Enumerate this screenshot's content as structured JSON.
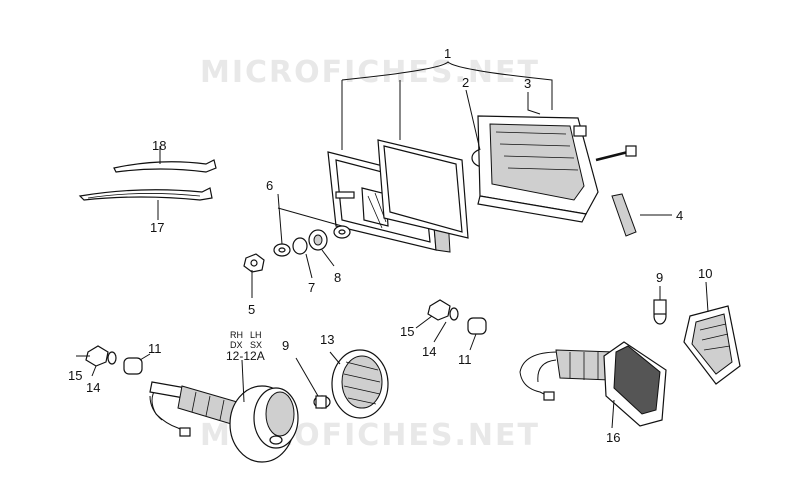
{
  "watermarks": [
    "MICROFICHES.NET",
    "MICROFICHES.NET"
  ],
  "parts": {
    "p1": "1",
    "p2": "2",
    "p3": "3",
    "p4": "4",
    "p5": "5",
    "p6": "6",
    "p7": "7",
    "p8": "8",
    "p9a": "9",
    "p9b": "9",
    "p10": "10",
    "p11a": "11",
    "p11b": "11",
    "p12": "12-12A",
    "p13": "13",
    "p14a": "14",
    "p14b": "14",
    "p15a": "15",
    "p15b": "15",
    "p16": "16",
    "p17": "17",
    "p18": "18"
  },
  "side_labels": {
    "rh": "RH",
    "lh": "LH",
    "dx": "DX",
    "sx": "SX"
  }
}
